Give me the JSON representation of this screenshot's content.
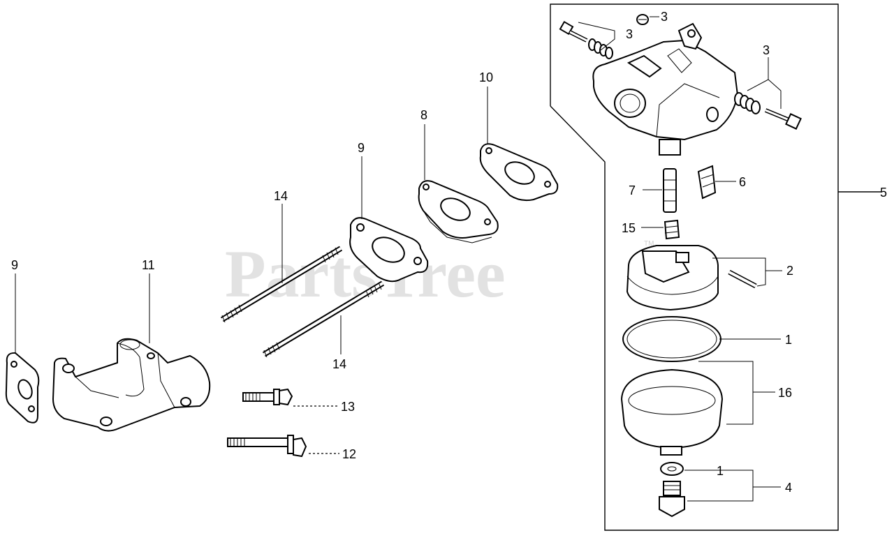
{
  "watermark": {
    "text": "PartsTree",
    "trademark": "TM"
  },
  "callouts": {
    "c1_top": "1",
    "c1_bottom": "1",
    "c2": "2",
    "c3_top": "3",
    "c3_left": "3",
    "c3_right": "3",
    "c4": "4",
    "c5": "5",
    "c6": "6",
    "c7": "7",
    "c8": "8",
    "c9_mid": "9",
    "c9_left": "9",
    "c10": "10",
    "c11": "11",
    "c12": "12",
    "c13": "13",
    "c14_top": "14",
    "c14_bottom": "14",
    "c15": "15",
    "c16": "16"
  }
}
